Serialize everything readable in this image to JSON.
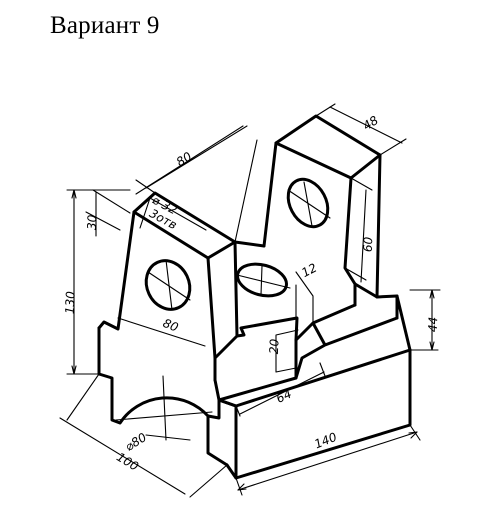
{
  "title": "Вариант 9",
  "dimensions": {
    "d80_top": "80",
    "d48": "48",
    "d32": "⌀ 32",
    "d3otv": "3отв",
    "d30": "30",
    "d130": "130",
    "d80_mid": "80",
    "d60": "60",
    "d12": "12",
    "d44": "44",
    "d20": "20",
    "d64": "64",
    "d80_dia": "⌀80",
    "d100": "100",
    "d140": "140"
  }
}
